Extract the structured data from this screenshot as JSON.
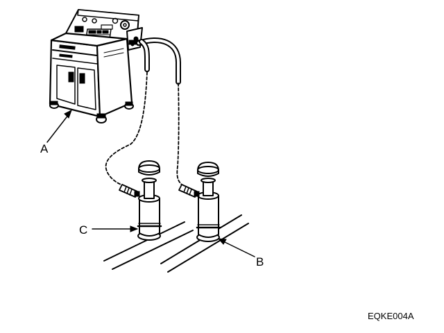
{
  "figure": {
    "code": "EQKE004A"
  },
  "callouts": [
    {
      "id": "A",
      "label": "A"
    },
    {
      "id": "B",
      "label": "B"
    },
    {
      "id": "C",
      "label": "C"
    }
  ],
  "colors": {
    "ink": "#000000",
    "paper": "#ffffff"
  }
}
